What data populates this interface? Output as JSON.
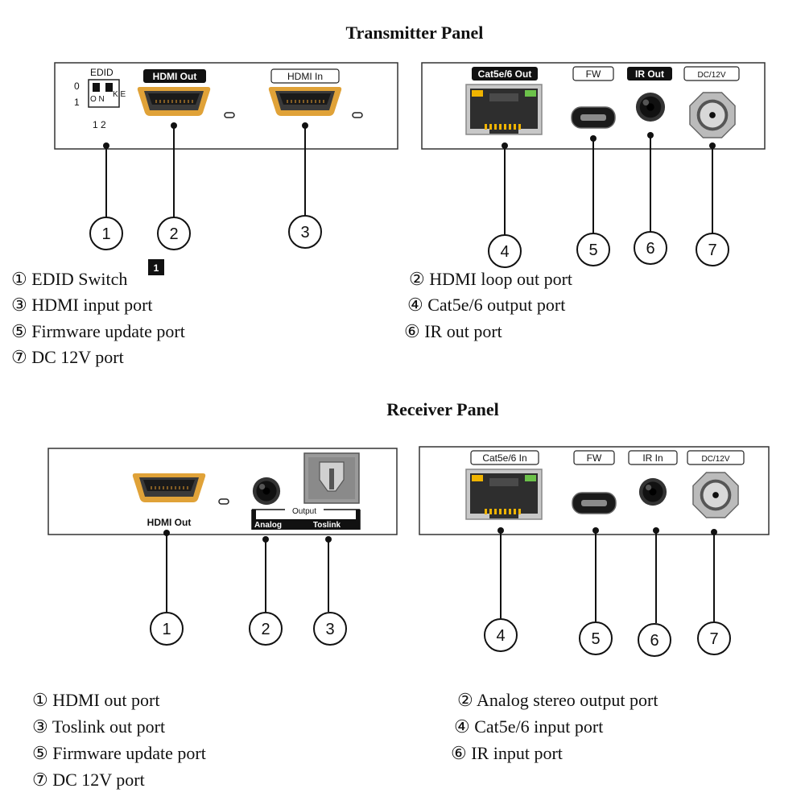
{
  "transmitter": {
    "title": "Transmitter Panel",
    "labels": {
      "edid": "EDID",
      "zero": "0",
      "one": "1",
      "switch_numbers": "1 2",
      "on": "O N",
      "ke": "K E",
      "hdmi_out": "HDMI Out",
      "hdmi_in": "HDMI In",
      "cat_out": "Cat5e/6 Out",
      "fw": "FW",
      "ir_out": "IR Out",
      "dc": "DC/12V"
    },
    "callouts": [
      "1",
      "2",
      "3",
      "4",
      "5",
      "6",
      "7"
    ],
    "footnote_badge": "1",
    "legend": [
      "① EDID Switch",
      "② HDMI loop out port",
      "③ HDMI input port",
      "④ Cat5e/6 output port",
      "⑤ Firmware update port",
      "⑥ IR out port",
      "⑦ DC 12V port"
    ]
  },
  "receiver": {
    "title": "Receiver Panel",
    "labels": {
      "hdmi_out": "HDMI Out",
      "output": "Output",
      "analog": "Analog",
      "toslink": "Toslink",
      "cat_in": "Cat5e/6 In",
      "fw": "FW",
      "ir_in": "IR In",
      "dc": "DC/12V"
    },
    "callouts": [
      "1",
      "2",
      "3",
      "4",
      "5",
      "6",
      "7"
    ],
    "legend": [
      "① HDMI out port",
      "② Analog stereo output port",
      "③ Toslink out port",
      "④ Cat5e/6 input port",
      "⑤ Firmware update port",
      "⑥ IR input port",
      "⑦ DC 12V port"
    ]
  },
  "colors": {
    "hdmi_ring": "#e0a238",
    "rj45_yellow": "#f0b400",
    "rj45_green": "#6cc24a",
    "panel_stroke": "#333333",
    "label_dark": "#111111"
  }
}
